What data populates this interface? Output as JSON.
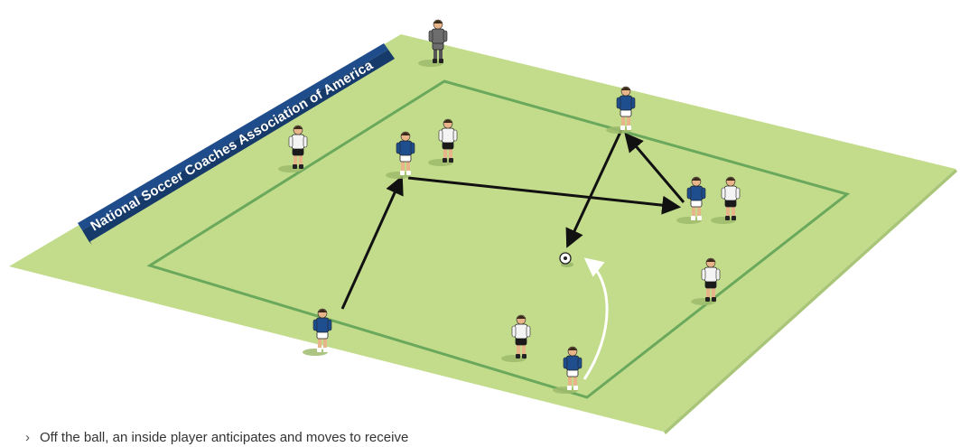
{
  "banner": {
    "text": "National Soccer Coaches Association of America"
  },
  "caption": {
    "bullet": "›",
    "text": "Off the ball, an inside player anticipates and moves to receive"
  },
  "colors": {
    "field": "#c3dc8c",
    "field_lines": "#6aa85c",
    "banner": "#1f4d8c",
    "team_blue": "#1f4e8f",
    "team_white": "#f4f4f4",
    "coach": "#6d6d6d",
    "pass_arrow": "#111111",
    "run_arrow": "#ffffff"
  },
  "players": [
    {
      "role": "coach",
      "team": "coach"
    },
    {
      "role": "outside-defender",
      "team": "white"
    },
    {
      "role": "inside-attacker",
      "team": "blue"
    },
    {
      "role": "inside-defender",
      "team": "white"
    },
    {
      "role": "outside-attacker",
      "team": "blue"
    },
    {
      "role": "outside-attacker",
      "team": "blue"
    },
    {
      "role": "outside-defender",
      "team": "white"
    },
    {
      "role": "outside-defender",
      "team": "white"
    },
    {
      "role": "outside-attacker",
      "team": "blue"
    },
    {
      "role": "inside-defender",
      "team": "white"
    },
    {
      "role": "inside-attacker",
      "team": "blue"
    }
  ],
  "arrows": {
    "passes": 4,
    "runs": 1
  }
}
